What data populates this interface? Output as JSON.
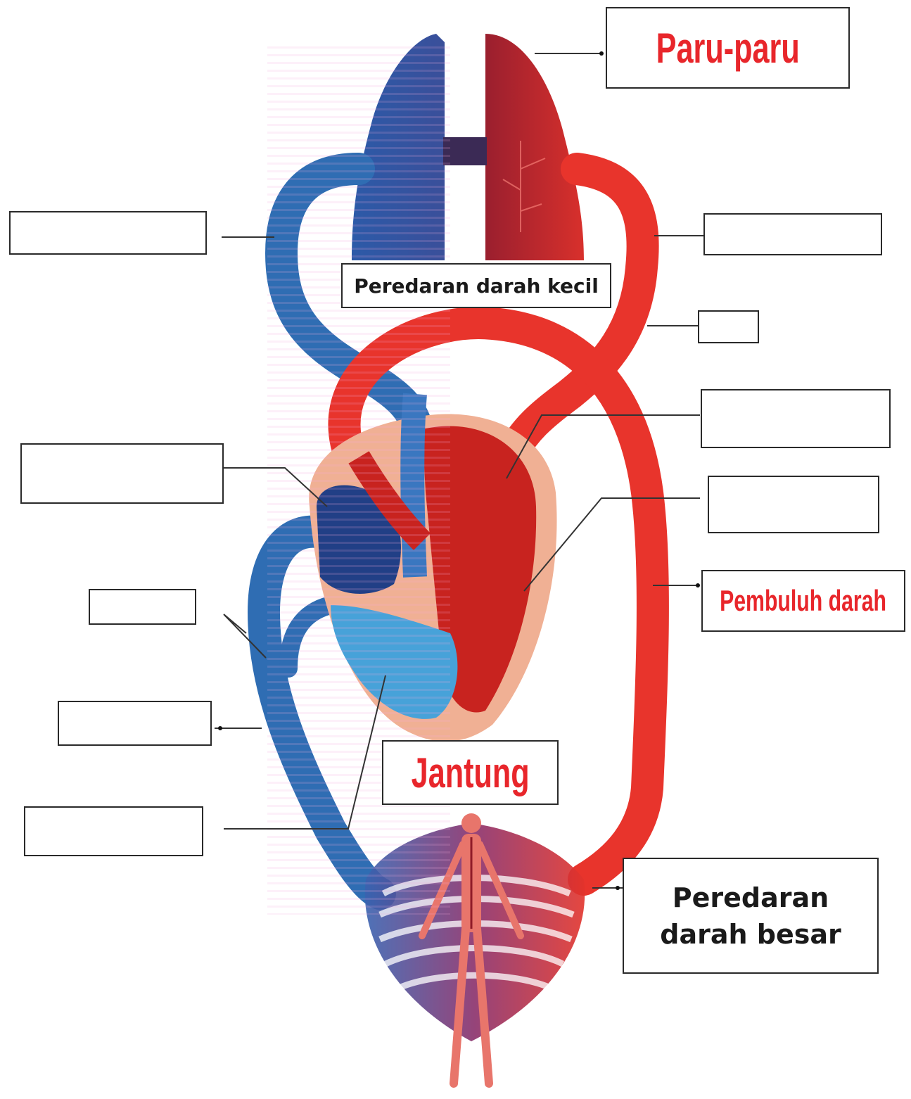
{
  "labels": {
    "paru_paru": "Paru-paru",
    "peredaran_darah_kecil": "Peredaran darah kecil",
    "pembuluh_darah": "Pembuluh darah",
    "jantung": "Jantung",
    "peredaran_darah_besar_line1": "Peredaran",
    "peredaran_darah_besar_line2": "darah besar"
  },
  "colors": {
    "oxygenated": "#e8342c",
    "deoxygenated": "#2f6db3",
    "label_red": "#e8262b",
    "label_dark": "#1a1a1a"
  }
}
